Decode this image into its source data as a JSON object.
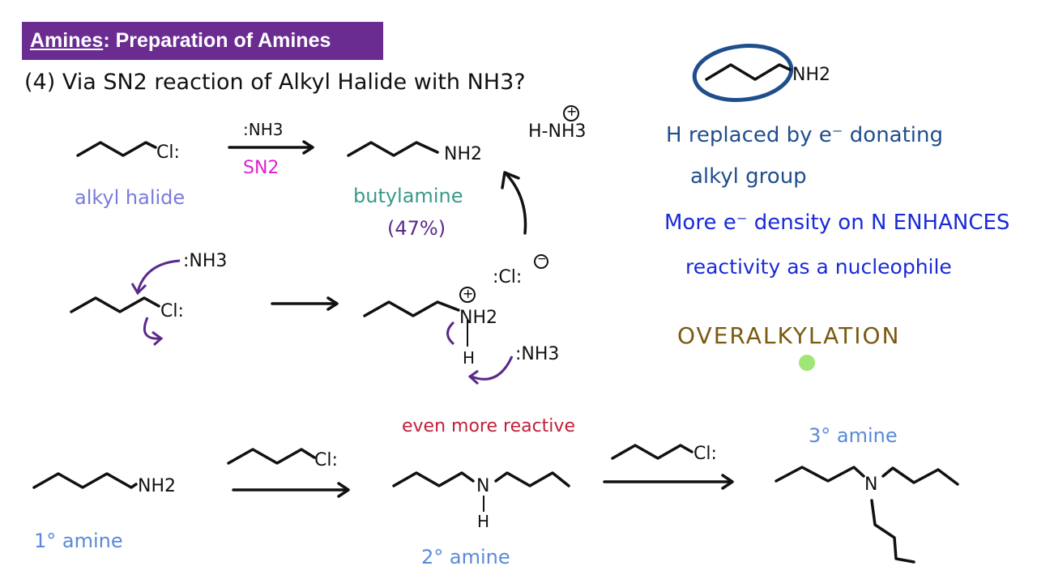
{
  "header": {
    "title_topic": "Amines",
    "title_rest": ":  Preparation of Amines"
  },
  "subtitle": "(4) Via SN2 reaction of Alkyl Halide with NH3?",
  "reaction1": {
    "reactant": "Cl:",
    "reagent": ":NH3",
    "condition": "SN2",
    "product": "NH2",
    "reactant_label": "alkyl halide",
    "product_label": "butylamine",
    "yield": "(47%)",
    "side_species": "H-NH3",
    "side_charge": "+"
  },
  "mechanism": {
    "nucleophile": ":NH3",
    "leaving_group": "Cl:",
    "chloride": ":Cl:",
    "chloride_charge": "−",
    "intermediate_n": "NH2",
    "intermediate_charge": "+",
    "proton": "H",
    "base": ":NH3"
  },
  "notes": {
    "circled_n": "NH2",
    "line1": "H replaced by e⁻ donating",
    "line2": "alkyl group",
    "line3": "More e⁻ density on N ENHANCES",
    "line4": "reactivity as a nucleophile",
    "keyword": "OVERALKYLATION"
  },
  "overalkylation": {
    "primary_n": "NH2",
    "primary_label": "1° amine",
    "reagent1": "Cl:",
    "secondary_n": "N",
    "secondary_h": "H",
    "secondary_label": "2° amine",
    "secondary_note": "even more reactive",
    "reagent2": "Cl:",
    "tertiary_n": "N",
    "tertiary_label": "3° amine"
  },
  "colors": {
    "title_bg": "#6a2c91",
    "alkyl_halide": "#7b7bdc",
    "sn2": "#e020d0",
    "butylamine": "#3a9a8a",
    "arrows_purple": "#5a2a8a",
    "note_dark_blue": "#1f4e8c",
    "note_blue": "#1a2ad8",
    "keyword": "#7a5a10",
    "even_more_reactive": "#c0203a",
    "amine_labels": "#5a8ad8"
  }
}
